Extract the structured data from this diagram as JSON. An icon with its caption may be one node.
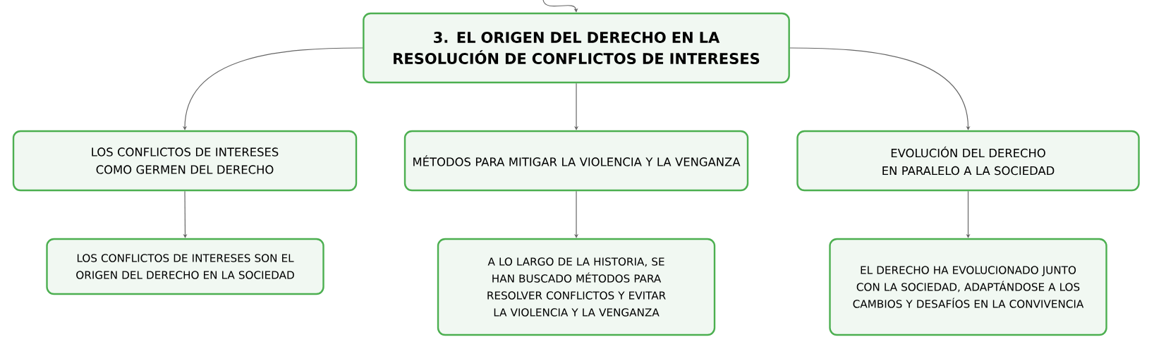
{
  "diagram": {
    "nodes": [
      {
        "text": [
          "3. EL ORIGEN DEL DERECHO EN LA RESOLUCIÓN DE CONFLICTOS DE INTERESES"
        ]
      },
      {
        "text": [
          "LOS CONFLICTOS DE INTERESES COMO GERMEN DEL DERECHO"
        ]
      },
      {
        "text": [
          "MÉTODOS PARA MITIGAR LA VIOLENCIA Y LA VENGANZA"
        ]
      },
      {
        "text": [
          "EVOLUCIÓN DEL DERECHO EN PARALELO A LA SOCIEDAD"
        ]
      },
      {
        "text": [
          "LOS CONFLICTOS DE INTERESES SON EL ORIGEN DEL DERECHO EN LA SOCIEDAD"
        ]
      },
      {
        "text": [
          "A LO LARGO DE LA HISTORIA, SE HAN BUSCADO MÉTODOS PARA RESOLVER CONFLICTOS Y EVITAR LA VIOLENCIA Y LA VENGANZA"
        ]
      },
      {
        "text": [
          "EL DERECHO HA EVOLUCIONADO JUNTO CON LA SOCIEDAD, ADAPTÁNDOSE A LOS CAMBIOS Y DESAFÍOS EN LA CONVIVENCIA"
        ]
      }
    ],
    "edges": [
      {
        "from": null,
        "to": 0,
        "arrow": "to"
      },
      {
        "from": 0,
        "to": 1,
        "arrow": "to"
      },
      {
        "from": 0,
        "to": 2,
        "arrow": "to"
      },
      {
        "from": 0,
        "to": 3,
        "arrow": "to"
      },
      {
        "from": 1,
        "to": 4,
        "arrow": "to"
      },
      {
        "from": 2,
        "to": 5,
        "arrow": "to"
      },
      {
        "from": 3,
        "to": 6,
        "arrow": "to"
      }
    ]
  }
}
